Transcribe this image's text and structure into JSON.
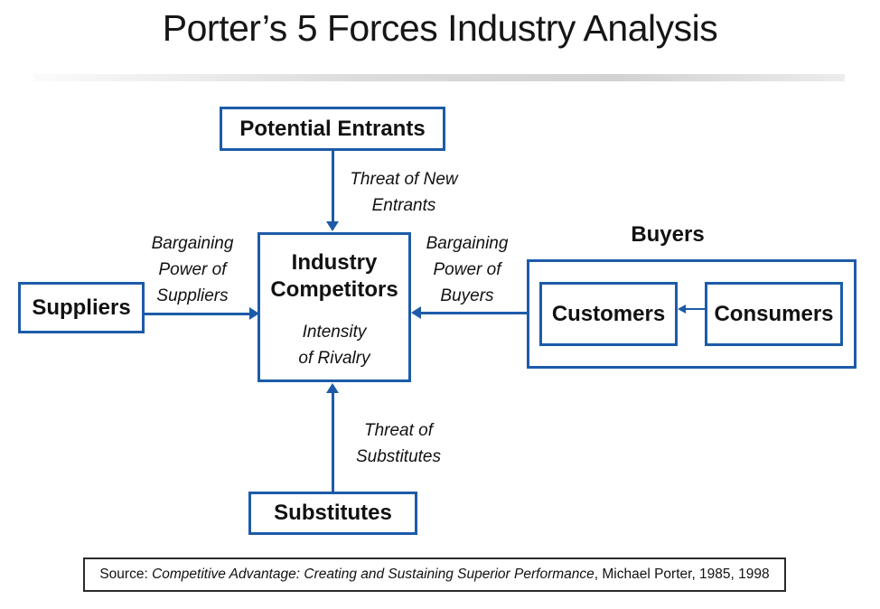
{
  "slide": {
    "title": "Porter’s 5 Forces Industry Analysis"
  },
  "boxes": {
    "potential_entrants": "Potential Entrants",
    "suppliers": "Suppliers",
    "substitutes": "Substitutes",
    "buyers_group_label": "Buyers",
    "customers": "Customers",
    "consumers": "Consumers",
    "center": {
      "title_line1": "Industry",
      "title_line2": "Competitors",
      "sub_line1": "Intensity",
      "sub_line2": "of Rivalry"
    }
  },
  "arrow_labels": {
    "threat_new_entrants": {
      "line1": "Threat of New",
      "line2": "Entrants"
    },
    "bargaining_suppliers": {
      "line1": "Bargaining",
      "line2": "Power of",
      "line3": "Suppliers"
    },
    "bargaining_buyers": {
      "line1": "Bargaining",
      "line2": "Power of",
      "line3": "Buyers"
    },
    "threat_substitutes": {
      "line1": "Threat of",
      "line2": "Substitutes"
    }
  },
  "icons": {
    "arrow_down": "down-arrow-icon",
    "arrow_up": "up-arrow-icon",
    "arrow_left": "left-arrow-icon",
    "arrow_right": "right-arrow-icon"
  },
  "source": {
    "prefix": "Source: ",
    "work": "Competitive Advantage: Creating and Sustaining Superior Performance",
    "suffix": ", Michael Porter, 1985, 1998"
  },
  "colors": {
    "accent_blue": "#1d5ba8",
    "text_black": "#111111",
    "divider_gray": "#d2d2d2"
  }
}
